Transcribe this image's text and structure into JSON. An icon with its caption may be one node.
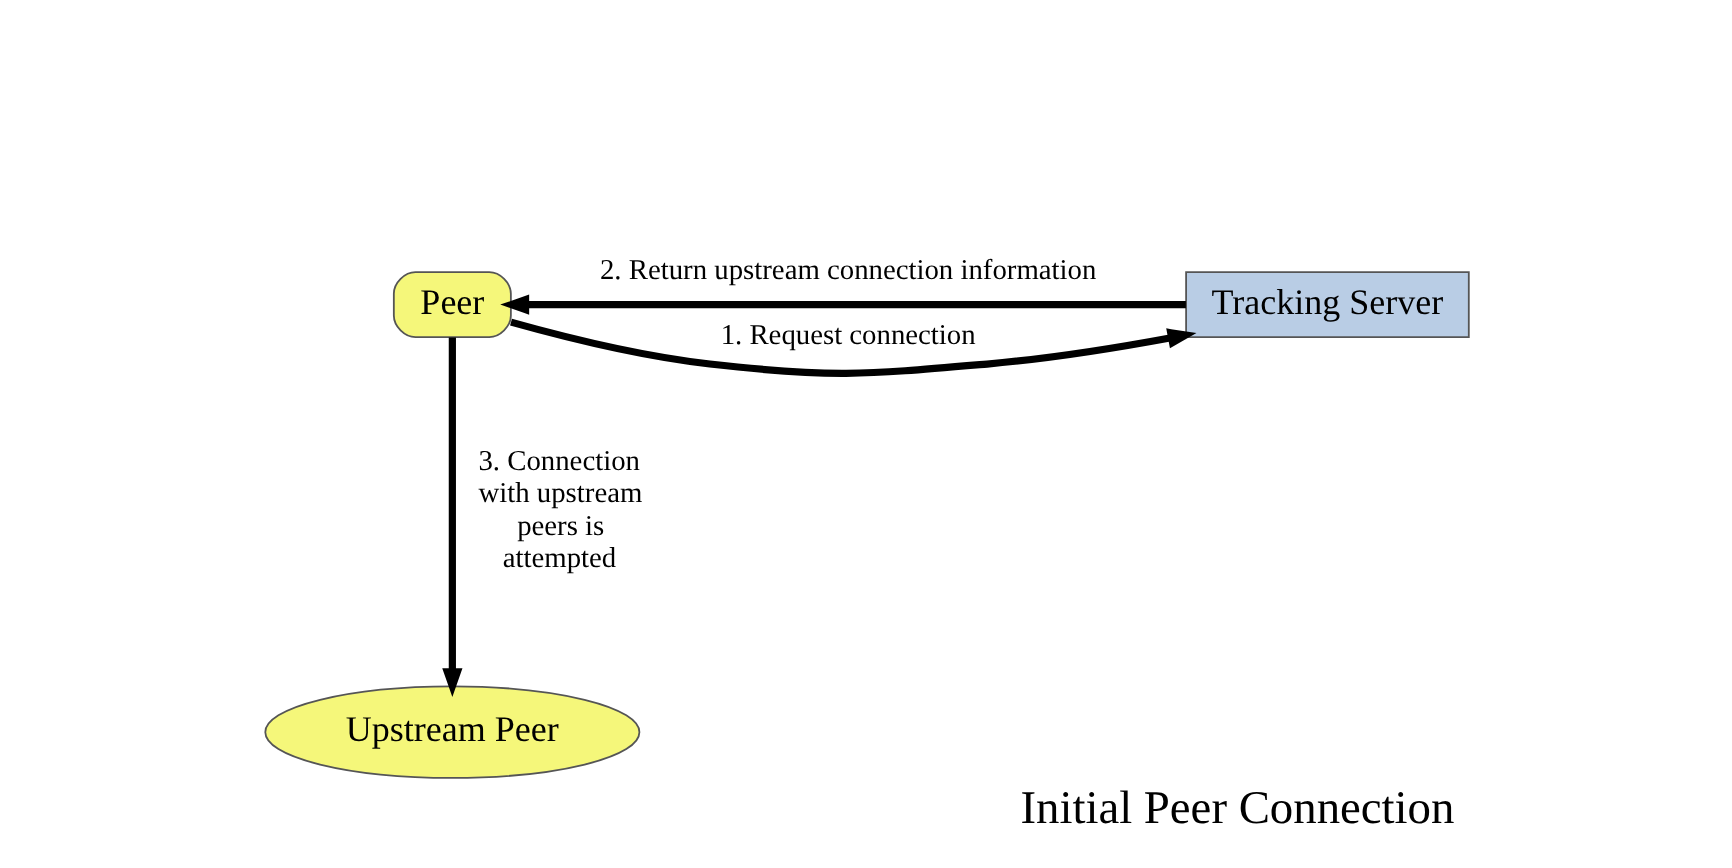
{
  "diagram": {
    "title": "Initial Peer Connection",
    "nodes": [
      {
        "text": [
          "Peer"
        ]
      },
      {
        "text": [
          "Tracking Server"
        ]
      },
      {
        "text": [
          "Upstream Peer"
        ]
      }
    ],
    "edges": [
      {
        "from": 0,
        "to": 1,
        "arrow": "to",
        "label": "1. Request connection"
      },
      {
        "from": 1,
        "to": 0,
        "arrow": "to",
        "label": "2. Return upstream connection information"
      },
      {
        "from": 0,
        "to": 2,
        "arrow": "to",
        "label": "3. Connection with upstream peers is attempted"
      }
    ]
  }
}
